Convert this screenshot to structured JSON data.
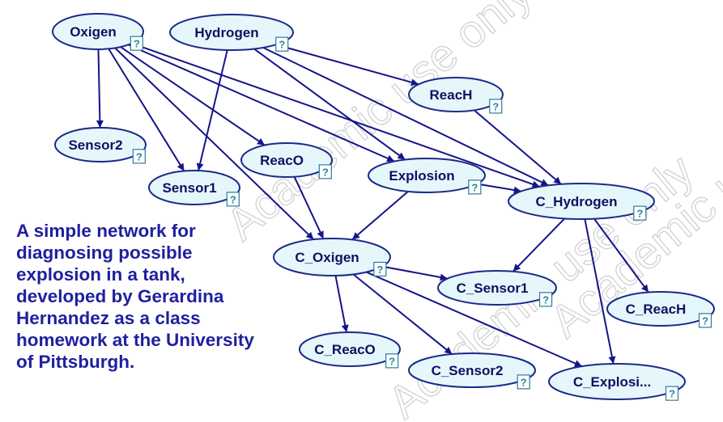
{
  "description": [
    "A simple network for",
    "diagnosing possible",
    "explosion in a tank,",
    "developed by Gerardina",
    "Hernandez as a class",
    "homework at the University",
    "of Pittsburgh."
  ],
  "nodes": [
    {
      "id": "oxigen",
      "label": "Oxigen"
    },
    {
      "id": "hydrogen",
      "label": "Hydrogen"
    },
    {
      "id": "reach",
      "label": "ReacH"
    },
    {
      "id": "sensor2",
      "label": "Sensor2"
    },
    {
      "id": "sensor1",
      "label": "Sensor1"
    },
    {
      "id": "reaco",
      "label": "ReacO"
    },
    {
      "id": "explosion",
      "label": "Explosion"
    },
    {
      "id": "c_hydrogen",
      "label": "C_Hydrogen"
    },
    {
      "id": "c_oxigen",
      "label": "C_Oxigen"
    },
    {
      "id": "c_sensor1",
      "label": "C_Sensor1"
    },
    {
      "id": "c_reach",
      "label": "C_ReacH"
    },
    {
      "id": "c_reaco",
      "label": "C_ReacO"
    },
    {
      "id": "c_sensor2",
      "label": "C_Sensor2"
    },
    {
      "id": "c_explosion",
      "label": "C_Explosi..."
    }
  ],
  "edges": [
    [
      "oxigen",
      "sensor2"
    ],
    [
      "oxigen",
      "sensor1"
    ],
    [
      "oxigen",
      "reaco"
    ],
    [
      "oxigen",
      "explosion"
    ],
    [
      "oxigen",
      "c_oxigen"
    ],
    [
      "oxigen",
      "c_hydrogen"
    ],
    [
      "hydrogen",
      "sensor1"
    ],
    [
      "hydrogen",
      "reach"
    ],
    [
      "hydrogen",
      "explosion"
    ],
    [
      "hydrogen",
      "c_hydrogen"
    ],
    [
      "reach",
      "c_hydrogen"
    ],
    [
      "reaco",
      "c_oxigen"
    ],
    [
      "explosion",
      "c_oxigen"
    ],
    [
      "explosion",
      "c_hydrogen"
    ],
    [
      "c_oxigen",
      "c_reaco"
    ],
    [
      "c_oxigen",
      "c_sensor1"
    ],
    [
      "c_oxigen",
      "c_sensor2"
    ],
    [
      "c_oxigen",
      "c_explosion"
    ],
    [
      "c_hydrogen",
      "c_sensor1"
    ],
    [
      "c_hydrogen",
      "c_reach"
    ],
    [
      "c_hydrogen",
      "c_explosion"
    ]
  ],
  "status_icon_text": "?",
  "watermark": "Academic use only",
  "colors": {
    "node_fill": "#e6f7fb",
    "node_border": "#1a2a8a",
    "edge": "#14148a",
    "description_text": "#1f1fa0"
  }
}
